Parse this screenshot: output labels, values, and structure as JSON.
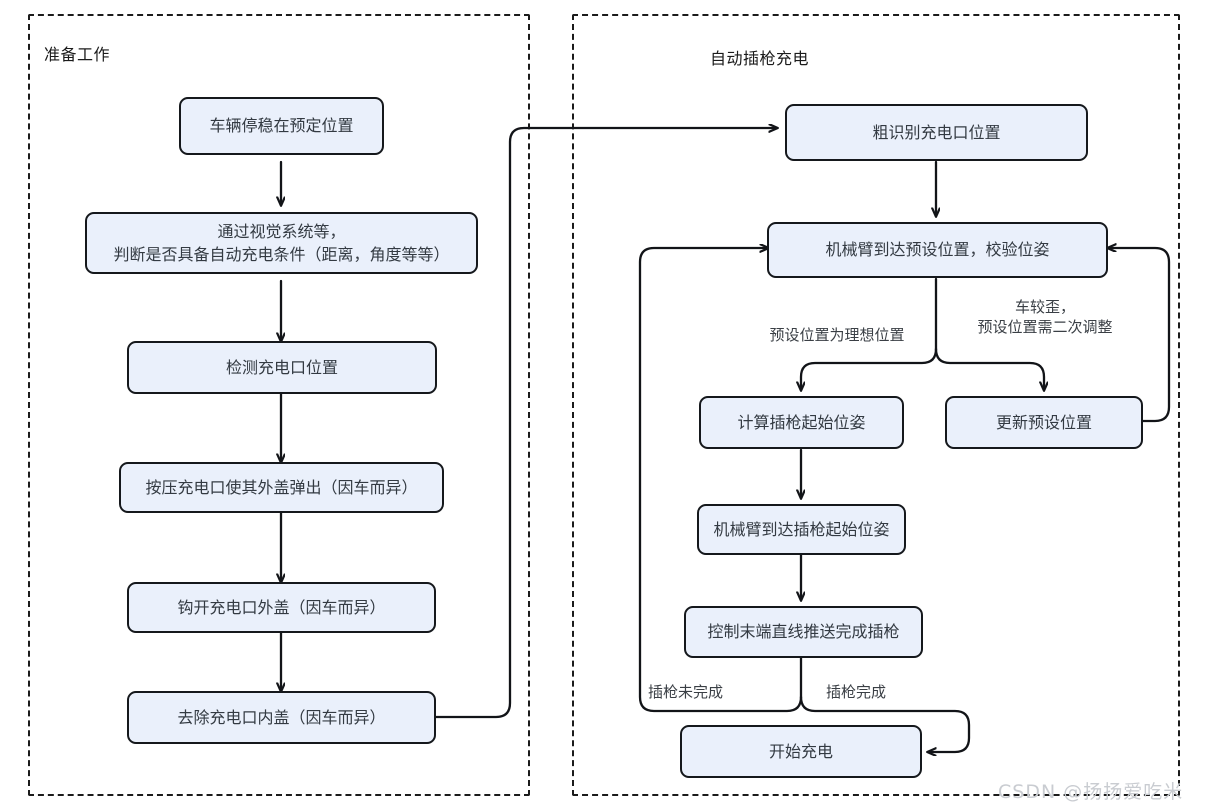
{
  "diagram": {
    "title_left": "准备工作",
    "title_right": "自动插枪充电",
    "watermark": "CSDN @扬扬爱吃米",
    "colors": {
      "node_fill": "#eaf0fb",
      "node_stroke": "#15181c",
      "panel_stroke": "#1b1b1b",
      "edge_stroke": "#121418",
      "text": "#333a42",
      "watermark": "#c9ccd1"
    }
  },
  "panels": [
    {
      "id": "prep",
      "label": "准备工作"
    },
    {
      "id": "auto",
      "label": "自动插枪充电"
    }
  ],
  "nodes": [
    {
      "id": "n1",
      "panel": "prep",
      "label": "车辆停稳在预定位置"
    },
    {
      "id": "n2",
      "panel": "prep",
      "label": "通过视觉系统等，\n判断是否具备自动充电条件（距离，角度等等）"
    },
    {
      "id": "n3",
      "panel": "prep",
      "label": "检测充电口位置"
    },
    {
      "id": "n4",
      "panel": "prep",
      "label": "按压充电口使其外盖弹出（因车而异）"
    },
    {
      "id": "n5",
      "panel": "prep",
      "label": "钩开充电口外盖（因车而异）"
    },
    {
      "id": "n6",
      "panel": "prep",
      "label": "去除充电口内盖（因车而异）"
    },
    {
      "id": "n7",
      "panel": "auto",
      "label": "粗识别充电口位置"
    },
    {
      "id": "n8",
      "panel": "auto",
      "label": "机械臂到达预设位置，校验位姿"
    },
    {
      "id": "n9",
      "panel": "auto",
      "label": "计算插枪起始位姿"
    },
    {
      "id": "n10",
      "panel": "auto",
      "label": "更新预设位置"
    },
    {
      "id": "n11",
      "panel": "auto",
      "label": "机械臂到达插枪起始位姿"
    },
    {
      "id": "n12",
      "panel": "auto",
      "label": "控制末端直线推送完成插枪"
    },
    {
      "id": "n13",
      "panel": "auto",
      "label": "开始充电"
    }
  ],
  "edge_labels": [
    {
      "id": "e1",
      "label": "预设位置为理想位置"
    },
    {
      "id": "e2",
      "label": "车较歪，\n预设位置需二次调整"
    },
    {
      "id": "e3",
      "label": "插枪未完成"
    },
    {
      "id": "e4",
      "label": "插枪完成"
    }
  ],
  "flow": {
    "edges": [
      {
        "from": "n1",
        "to": "n2"
      },
      {
        "from": "n2",
        "to": "n3"
      },
      {
        "from": "n3",
        "to": "n4"
      },
      {
        "from": "n4",
        "to": "n5"
      },
      {
        "from": "n5",
        "to": "n6"
      },
      {
        "from": "n6",
        "to": "n7"
      },
      {
        "from": "n7",
        "to": "n8"
      },
      {
        "from": "n8",
        "to": "n9",
        "label": "预设位置为理想位置"
      },
      {
        "from": "n8",
        "to": "n10",
        "label": "车较歪，预设位置需二次调整"
      },
      {
        "from": "n10",
        "to": "n8"
      },
      {
        "from": "n9",
        "to": "n11"
      },
      {
        "from": "n11",
        "to": "n12"
      },
      {
        "from": "n12",
        "to": "n8",
        "label": "插枪未完成"
      },
      {
        "from": "n12",
        "to": "n13",
        "label": "插枪完成"
      }
    ]
  }
}
